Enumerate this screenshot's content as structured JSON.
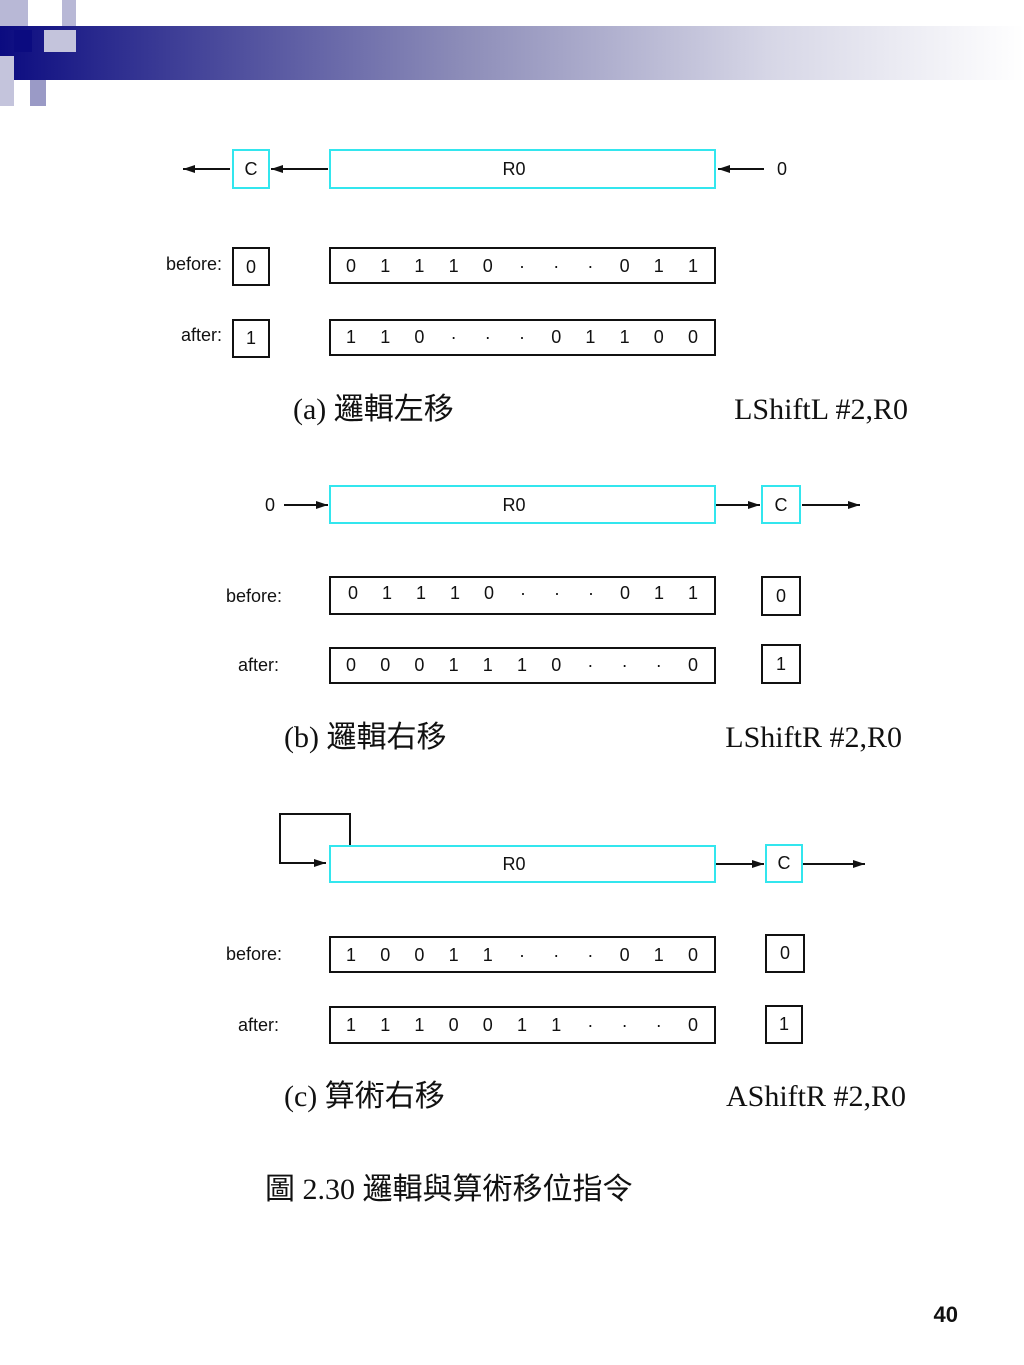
{
  "page_number": "40",
  "colors": {
    "register_border": "#33e6ee",
    "header_dark": "#0b0b80",
    "header_light": "#b8b8d6"
  },
  "figure_title": "圖 2.30  邏輯與算術移位指令",
  "panels": [
    {
      "register": "R0",
      "carry": "C",
      "fill_input": "0",
      "before_label": "before:",
      "after_label": "after:",
      "before_bits": [
        "0",
        "1",
        "1",
        "1",
        "0",
        "·",
        "·",
        "·",
        "0",
        "1",
        "1"
      ],
      "after_bits": [
        "1",
        "1",
        "0",
        "·",
        "·",
        "·",
        "0",
        "1",
        "1",
        "0",
        "0"
      ],
      "carry_before": "0",
      "carry_after": "1",
      "caption": "(a)  邏輯左移",
      "instruction": "LShiftL  #2,R0"
    },
    {
      "register": "R0",
      "carry": "C",
      "fill_input": "0",
      "before_label": "before:",
      "after_label": "after:",
      "before_bits": [
        "0",
        "1",
        "1",
        "1",
        "0",
        "·",
        "·",
        "·",
        "0",
        "1",
        "1"
      ],
      "after_bits": [
        "0",
        "0",
        "0",
        "1",
        "1",
        "1",
        "0",
        "·",
        "·",
        "·",
        "0"
      ],
      "carry_before": "0",
      "carry_after": "1",
      "caption": "(b)  邏輯右移",
      "instruction": "LShiftR  #2,R0"
    },
    {
      "register": "R0",
      "carry": "C",
      "before_label": "before:",
      "after_label": "after:",
      "before_bits": [
        "1",
        "0",
        "0",
        "1",
        "1",
        "·",
        "·",
        "·",
        "0",
        "1",
        "0"
      ],
      "after_bits": [
        "1",
        "1",
        "1",
        "0",
        "0",
        "1",
        "1",
        "·",
        "·",
        "·",
        "0"
      ],
      "carry_before": "0",
      "carry_after": "1",
      "caption": "(c)  算術右移",
      "instruction": "AShiftR  #2,R0"
    }
  ]
}
